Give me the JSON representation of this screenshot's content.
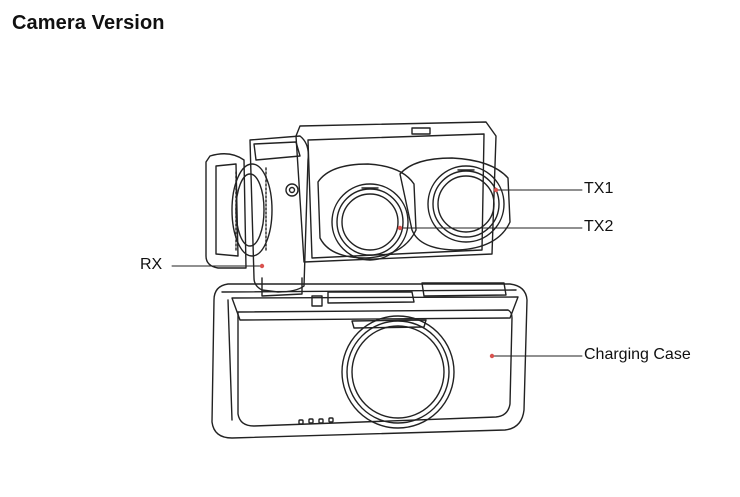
{
  "page": {
    "title": "Camera Version"
  },
  "callouts": {
    "tx1": "TX1",
    "tx2": "TX2",
    "rx": "RX",
    "case": "Charging Case"
  },
  "colors": {
    "leader": "#d9534f",
    "stroke": "#222222"
  },
  "icons": {
    "device": "charging-case-with-transmitters-and-receiver-illustration"
  }
}
